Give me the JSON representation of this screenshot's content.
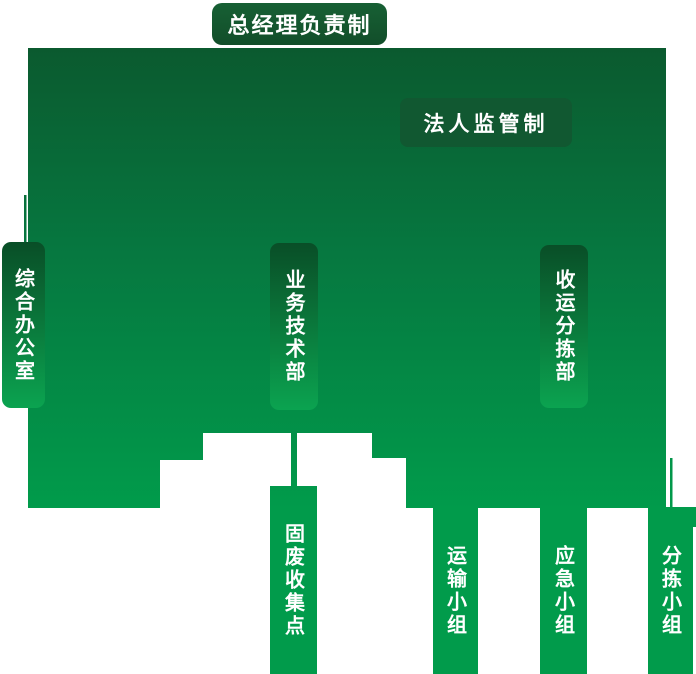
{
  "title_box": {
    "label": "总经理负责制"
  },
  "supervision_box": {
    "label": "法人监管制"
  },
  "departments": [
    {
      "label": "综合办公室"
    },
    {
      "label": "业务技术部"
    },
    {
      "label": "收运分拣部"
    }
  ],
  "teams": [
    {
      "label": "固废收集点"
    },
    {
      "label": "运输小组"
    },
    {
      "label": "应急小组"
    },
    {
      "label": "分拣小组"
    }
  ],
  "colors": {
    "page_bg": "#FFFFFF",
    "chart_top": "#0B5A2F",
    "chart_mid": "#067840",
    "chart_bottom": "#019B4B",
    "title_box_bg": "#14572E",
    "supervision_box_bg": "#115831",
    "dept_box_top": "#094E27",
    "dept_box_bottom": "#0BA350",
    "label_text": "#FFFFFF"
  }
}
